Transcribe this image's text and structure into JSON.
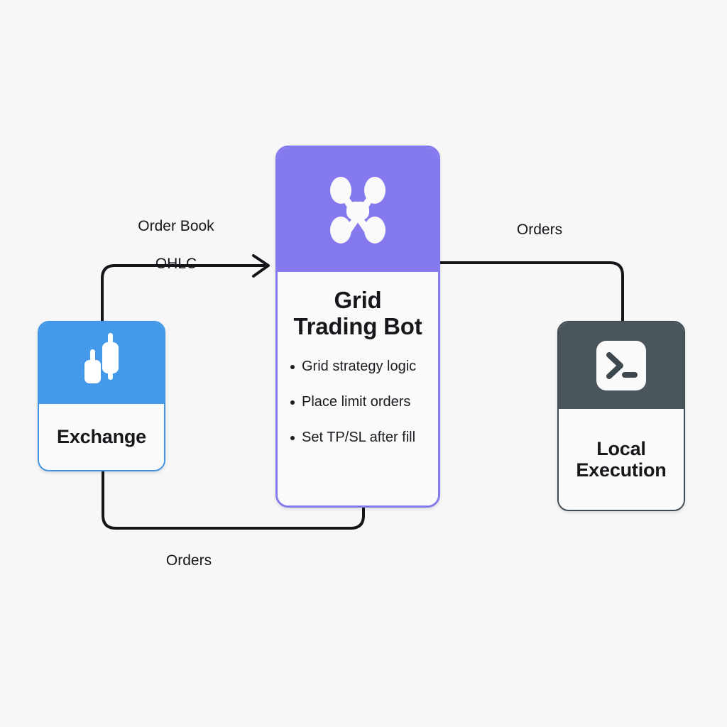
{
  "diagram": {
    "background_color": "#f7f7f8",
    "edge_color": "#15161a"
  },
  "nodes": {
    "exchange": {
      "title": "Exchange",
      "icon": "candlestick-chart-icon",
      "header_color": "#4499e8"
    },
    "bot": {
      "title_line1": "Grid",
      "title_line2": "Trading Bot",
      "icon": "grid-network-node-icon",
      "header_color": "#8479ed",
      "bullets": [
        "Grid strategy logic",
        "Place limit orders",
        "Set TP/SL after fill"
      ]
    },
    "local": {
      "title_line1": "Local",
      "title_line2": "Execution",
      "icon": "terminal-console-icon",
      "header_color": "#4a555c"
    }
  },
  "edges": {
    "exchange_to_bot": {
      "label_line1": "Order Book",
      "label_line2": "OHLC"
    },
    "bot_to_local": {
      "label": "Orders"
    },
    "bot_to_exchange": {
      "label": "Orders"
    }
  }
}
